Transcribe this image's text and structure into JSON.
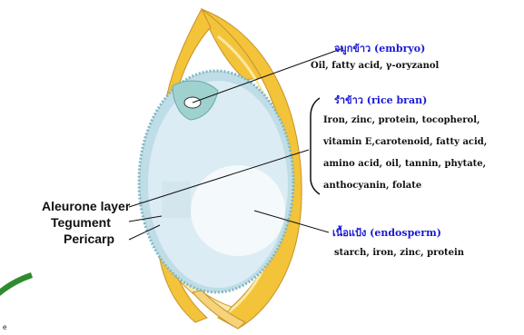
{
  "colors": {
    "husk": "#f3c33a",
    "husk_inner": "#fbe9a8",
    "endosperm": "#dcecf4",
    "bran_dots": "#7fb7c4",
    "embryo": "#9fd2cf",
    "label_blue": "#1a1ad6",
    "leaf": "#2e8b2e"
  },
  "labels": {
    "embryo_title": "จมูกข้าว (embryo)",
    "embryo_nutrients": "Oil, fatty acid, γ-oryzanol",
    "bran_title": "รำข้าว (rice bran)",
    "bran_nutrients": [
      "Iron,  zinc, protein, tocopherol,",
      "vitamin E,carotenoid, fatty acid,",
      "amino acid, oil, tannin, phytate,",
      "anthocyanin, folate"
    ],
    "endosperm_title": "เนื้อแป้ง (endosperm)",
    "endosperm_nutrients": "starch, iron,  zinc, protein",
    "aleurone": "Aleurone layer",
    "tegument": "Tegument",
    "pericarp": "Pericarp",
    "corner_text": "e"
  }
}
